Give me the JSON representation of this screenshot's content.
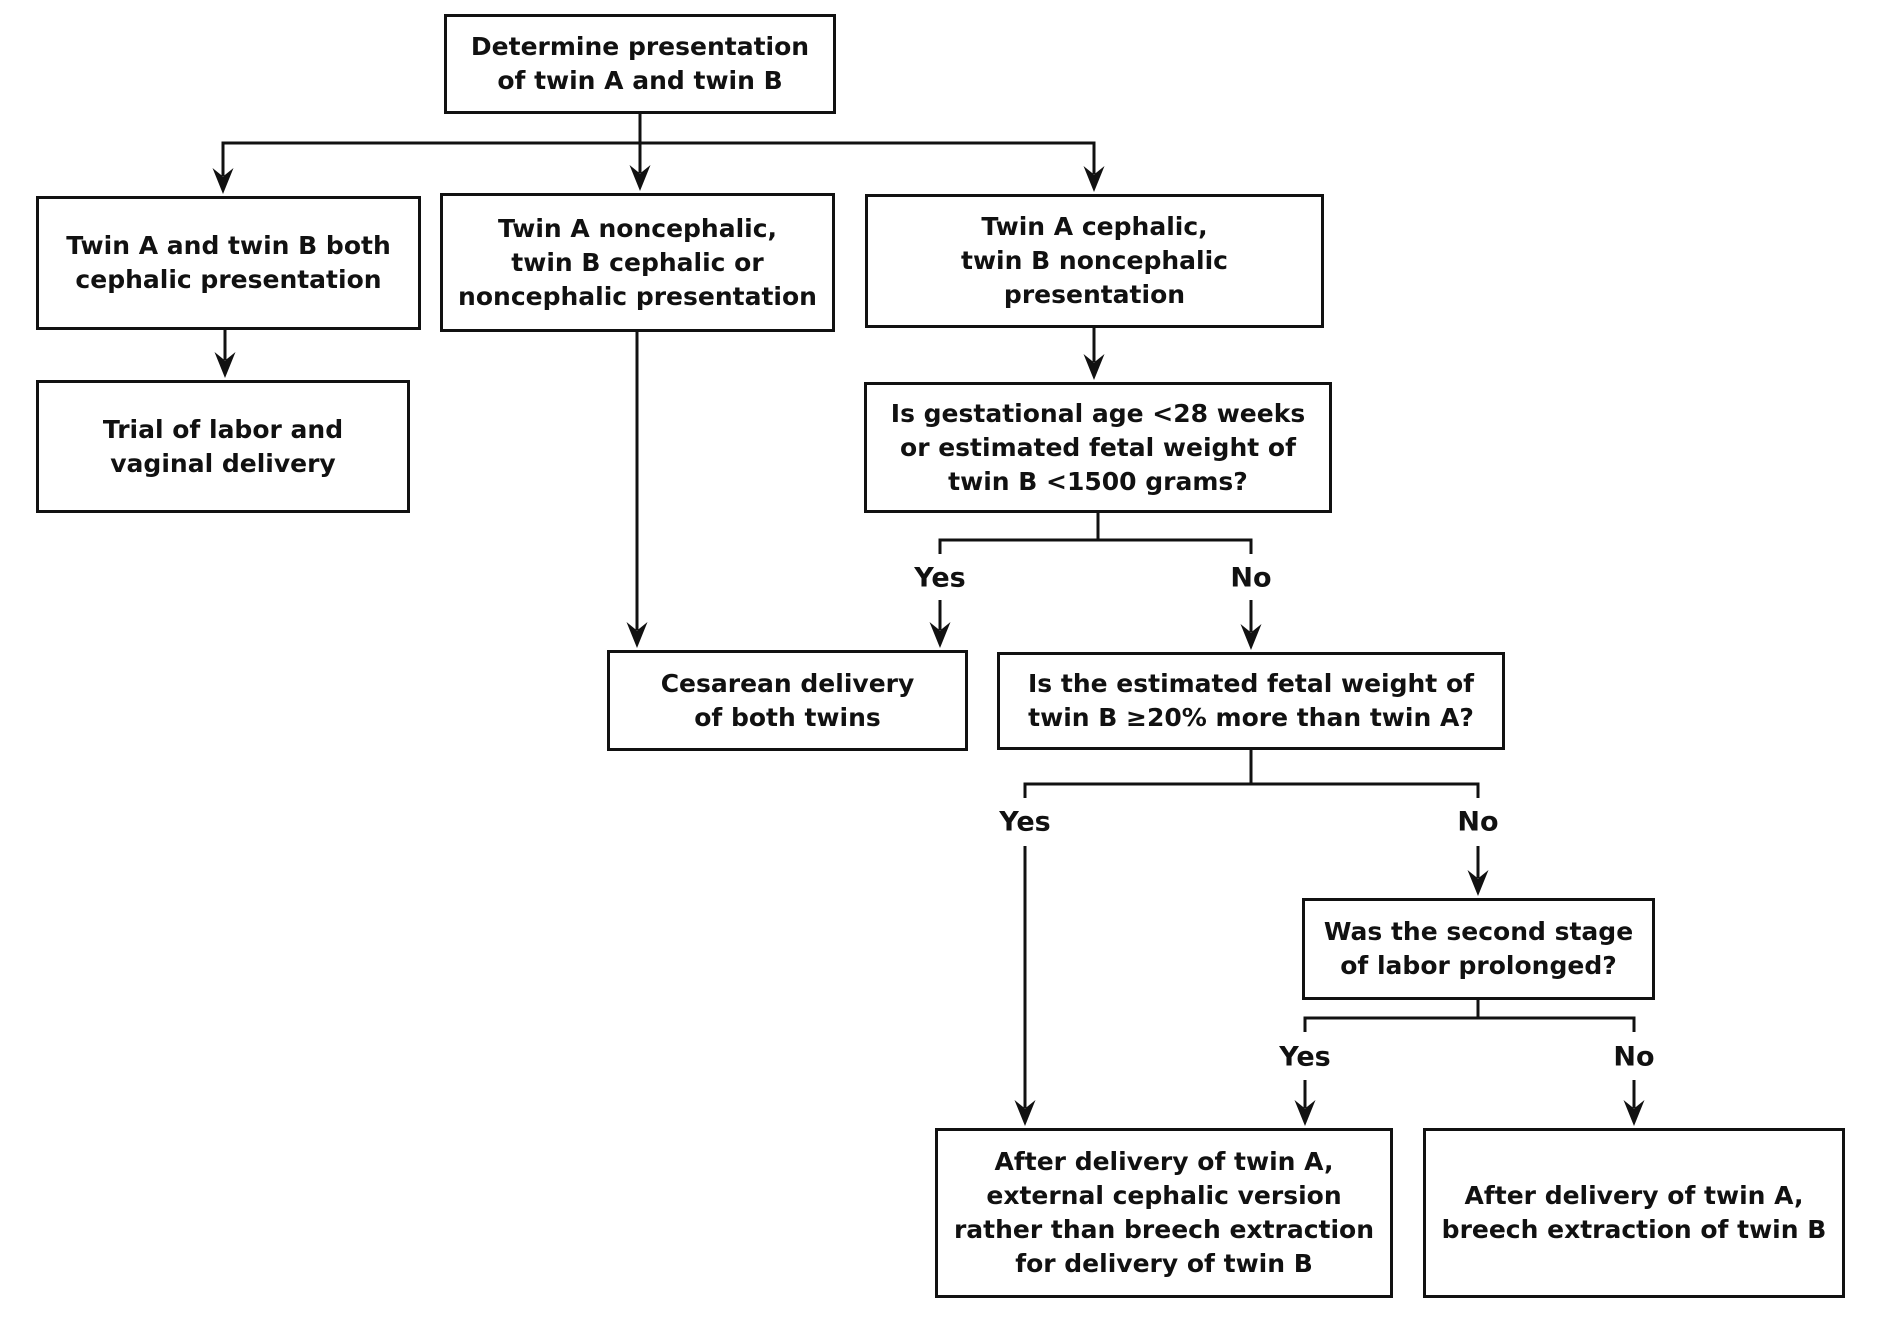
{
  "diagram": {
    "nodes": {
      "determine": "Determine presentation\nof twin A and twin B",
      "both_cephalic": "Twin A and twin B both\ncephalic presentation",
      "a_noncephalic": "Twin A noncephalic,\ntwin B cephalic or\nnoncephalic presentation",
      "a_cephalic": "Twin A cephalic,\ntwin B noncephalic\npresentation",
      "trial_of_labor": "Trial of labor and\nvaginal delivery",
      "gestational_age": "Is gestational age <28 weeks\nor estimated fetal weight of\ntwin B <1500 grams?",
      "cesarean": "Cesarean delivery\nof both twins",
      "fetal_weight": "Is the estimated fetal weight of\ntwin B ≥20% more than twin A?",
      "second_stage": "Was the second stage\nof labor prolonged?",
      "ecv": "After delivery of twin A,\nexternal cephalic version\nrather than breech extraction\nfor delivery of twin B",
      "breech_extraction": "After delivery of twin A,\nbreech extraction of twin B"
    },
    "decision_labels": {
      "yes": "Yes",
      "no": "No"
    },
    "colors": {
      "line": "#111111",
      "text": "#111111",
      "background": "#ffffff"
    }
  }
}
